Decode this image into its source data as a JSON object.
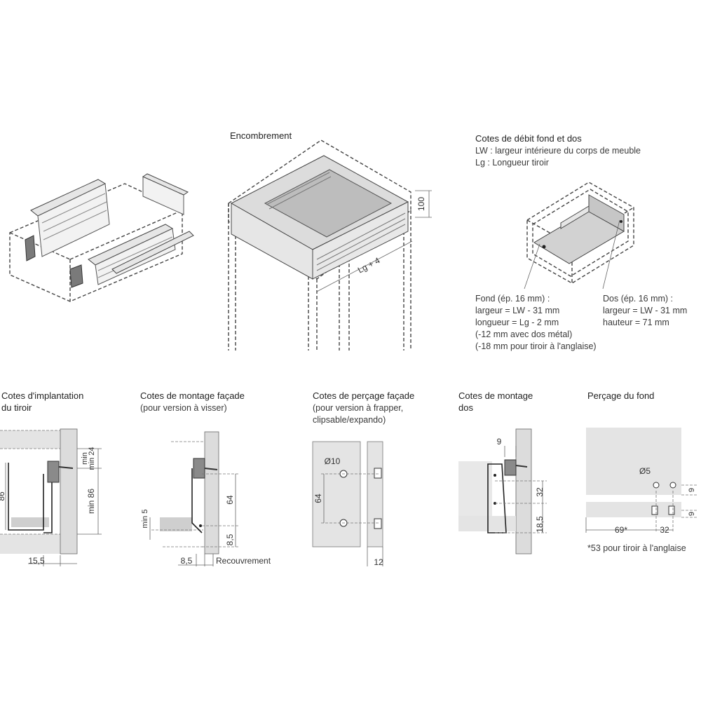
{
  "encombrement": {
    "title": "Encombrement",
    "dim_height": "100",
    "dim_length": "Lg + 4"
  },
  "cotes_debit": {
    "title": "Cotes de débit fond et dos",
    "line1": "LW : largeur intérieure du corps de meuble",
    "line2": "Lg : Longueur tiroir"
  },
  "fond": {
    "line1": "Fond (ép. 16 mm) :",
    "line2": "largeur = LW - 31 mm",
    "line3": "longueur = Lg - 2 mm",
    "line4": "(-12 mm avec dos métal)",
    "line5": "(-18 mm pour tiroir à l'anglaise)"
  },
  "dos": {
    "line1": "Dos (ép. 16 mm) :",
    "line2": "largeur = LW - 31 mm",
    "line3": "hauteur = 71 mm"
  },
  "implantation": {
    "title1": "Cotes d'implantation",
    "title2": "du tiroir",
    "d_86": "86",
    "d_min24": "min 24",
    "d_min86": "min 86",
    "d_15_5": "15,5"
  },
  "montage_facade": {
    "title1": "Cotes de montage façade",
    "title2": "(pour version à visser)",
    "d_64": "64",
    "d_min5": "min 5",
    "d_8_5v": "8,5",
    "d_8_5h": "8,5",
    "recouvrement": "Recouvrement"
  },
  "percage_facade": {
    "title1": "Cotes de perçage façade",
    "title2": "(pour version à frapper,",
    "title3": "clipsable/expando)",
    "d_phi10": "Ø10",
    "d_64": "64",
    "d_12": "12"
  },
  "montage_dos": {
    "title1": "Cotes de montage",
    "title2": "dos",
    "d_9": "9",
    "d_32": "32",
    "d_18_5": "18,5"
  },
  "percage_fond": {
    "title": "Perçage du fond",
    "d_phi5": "Ø5",
    "d_9a": "9",
    "d_9b": "9",
    "d_69": "69*",
    "d_32": "32",
    "note": "*53 pour tiroir à l'anglaise"
  }
}
